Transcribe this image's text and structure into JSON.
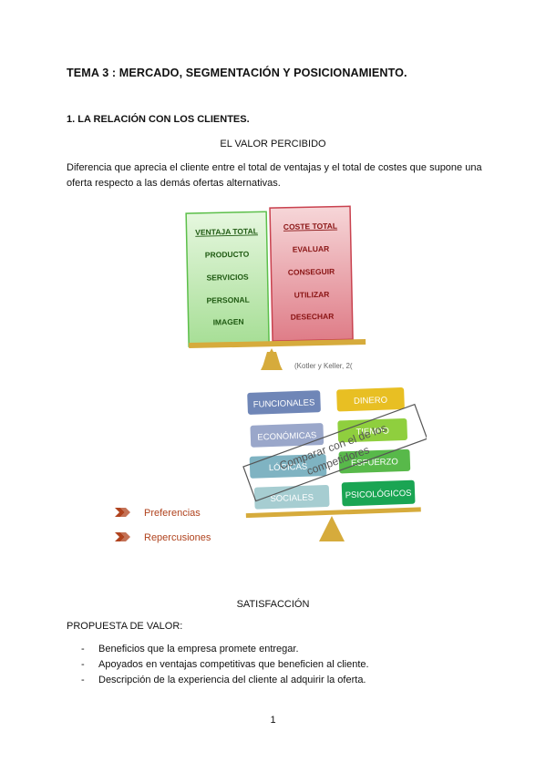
{
  "title": "TEMA 3 : MERCADO, SEGMENTACIÓN Y POSICIONAMIENTO.",
  "section1": "1. LA RELACIÓN CON LOS CLIENTES.",
  "valor_percibido": {
    "heading": "EL VALOR PERCIBIDO",
    "definition": " Diferencia que aprecia el cliente entre el total de ventajas y el total de costes que supone una oferta respecto a las demás ofertas alternativas."
  },
  "balance1": {
    "left_title": "VENTAJA TOTAL",
    "left_items": [
      "PRODUCTO",
      "SERVICIOS",
      "PERSONAL",
      "IMAGEN"
    ],
    "right_title": "COSTE TOTAL",
    "right_items": [
      "EVALUAR",
      "CONSEGUIR",
      "UTILIZAR",
      "DESECHAR"
    ],
    "citation": "(Kotler y Keller, 2(",
    "colors": {
      "green": "#b9e7ab",
      "red": "#e58d96",
      "gold": "#d6ab3c",
      "green_text": "#1f5a12",
      "red_text": "#8a1414"
    }
  },
  "balance2": {
    "left_items": [
      "FUNCIONALES",
      "ECONÓMICAS",
      "LÓGICAS",
      "SOCIALES"
    ],
    "right_items": [
      "DINERO",
      "TIEMPO",
      "ESFUERZO",
      "PSICOLÓGICOS"
    ],
    "stamp": [
      "Comparar con el de los",
      "competidores"
    ],
    "arrows": [
      "Preferencias",
      "Repercusiones"
    ],
    "colors": {
      "left": [
        "#6f86b7",
        "#9aa7ca",
        "#7fb3c2",
        "#a6cdd1"
      ],
      "right": [
        "#e8bf23",
        "#8fcf3e",
        "#58b94a",
        "#1aa553"
      ],
      "arrow": "#b0431e"
    }
  },
  "satisfaccion": "SATISFACCIÓN",
  "propuesta": {
    "label": "PROPUESTA DE VALOR:",
    "items": [
      "Beneficios que la empresa promete entregar.",
      "Apoyados en ventajas competitivas que beneficien al cliente.",
      "Descripción de la experiencia del cliente al adquirir la oferta."
    ],
    "bullet": "-"
  },
  "page_number": "1"
}
